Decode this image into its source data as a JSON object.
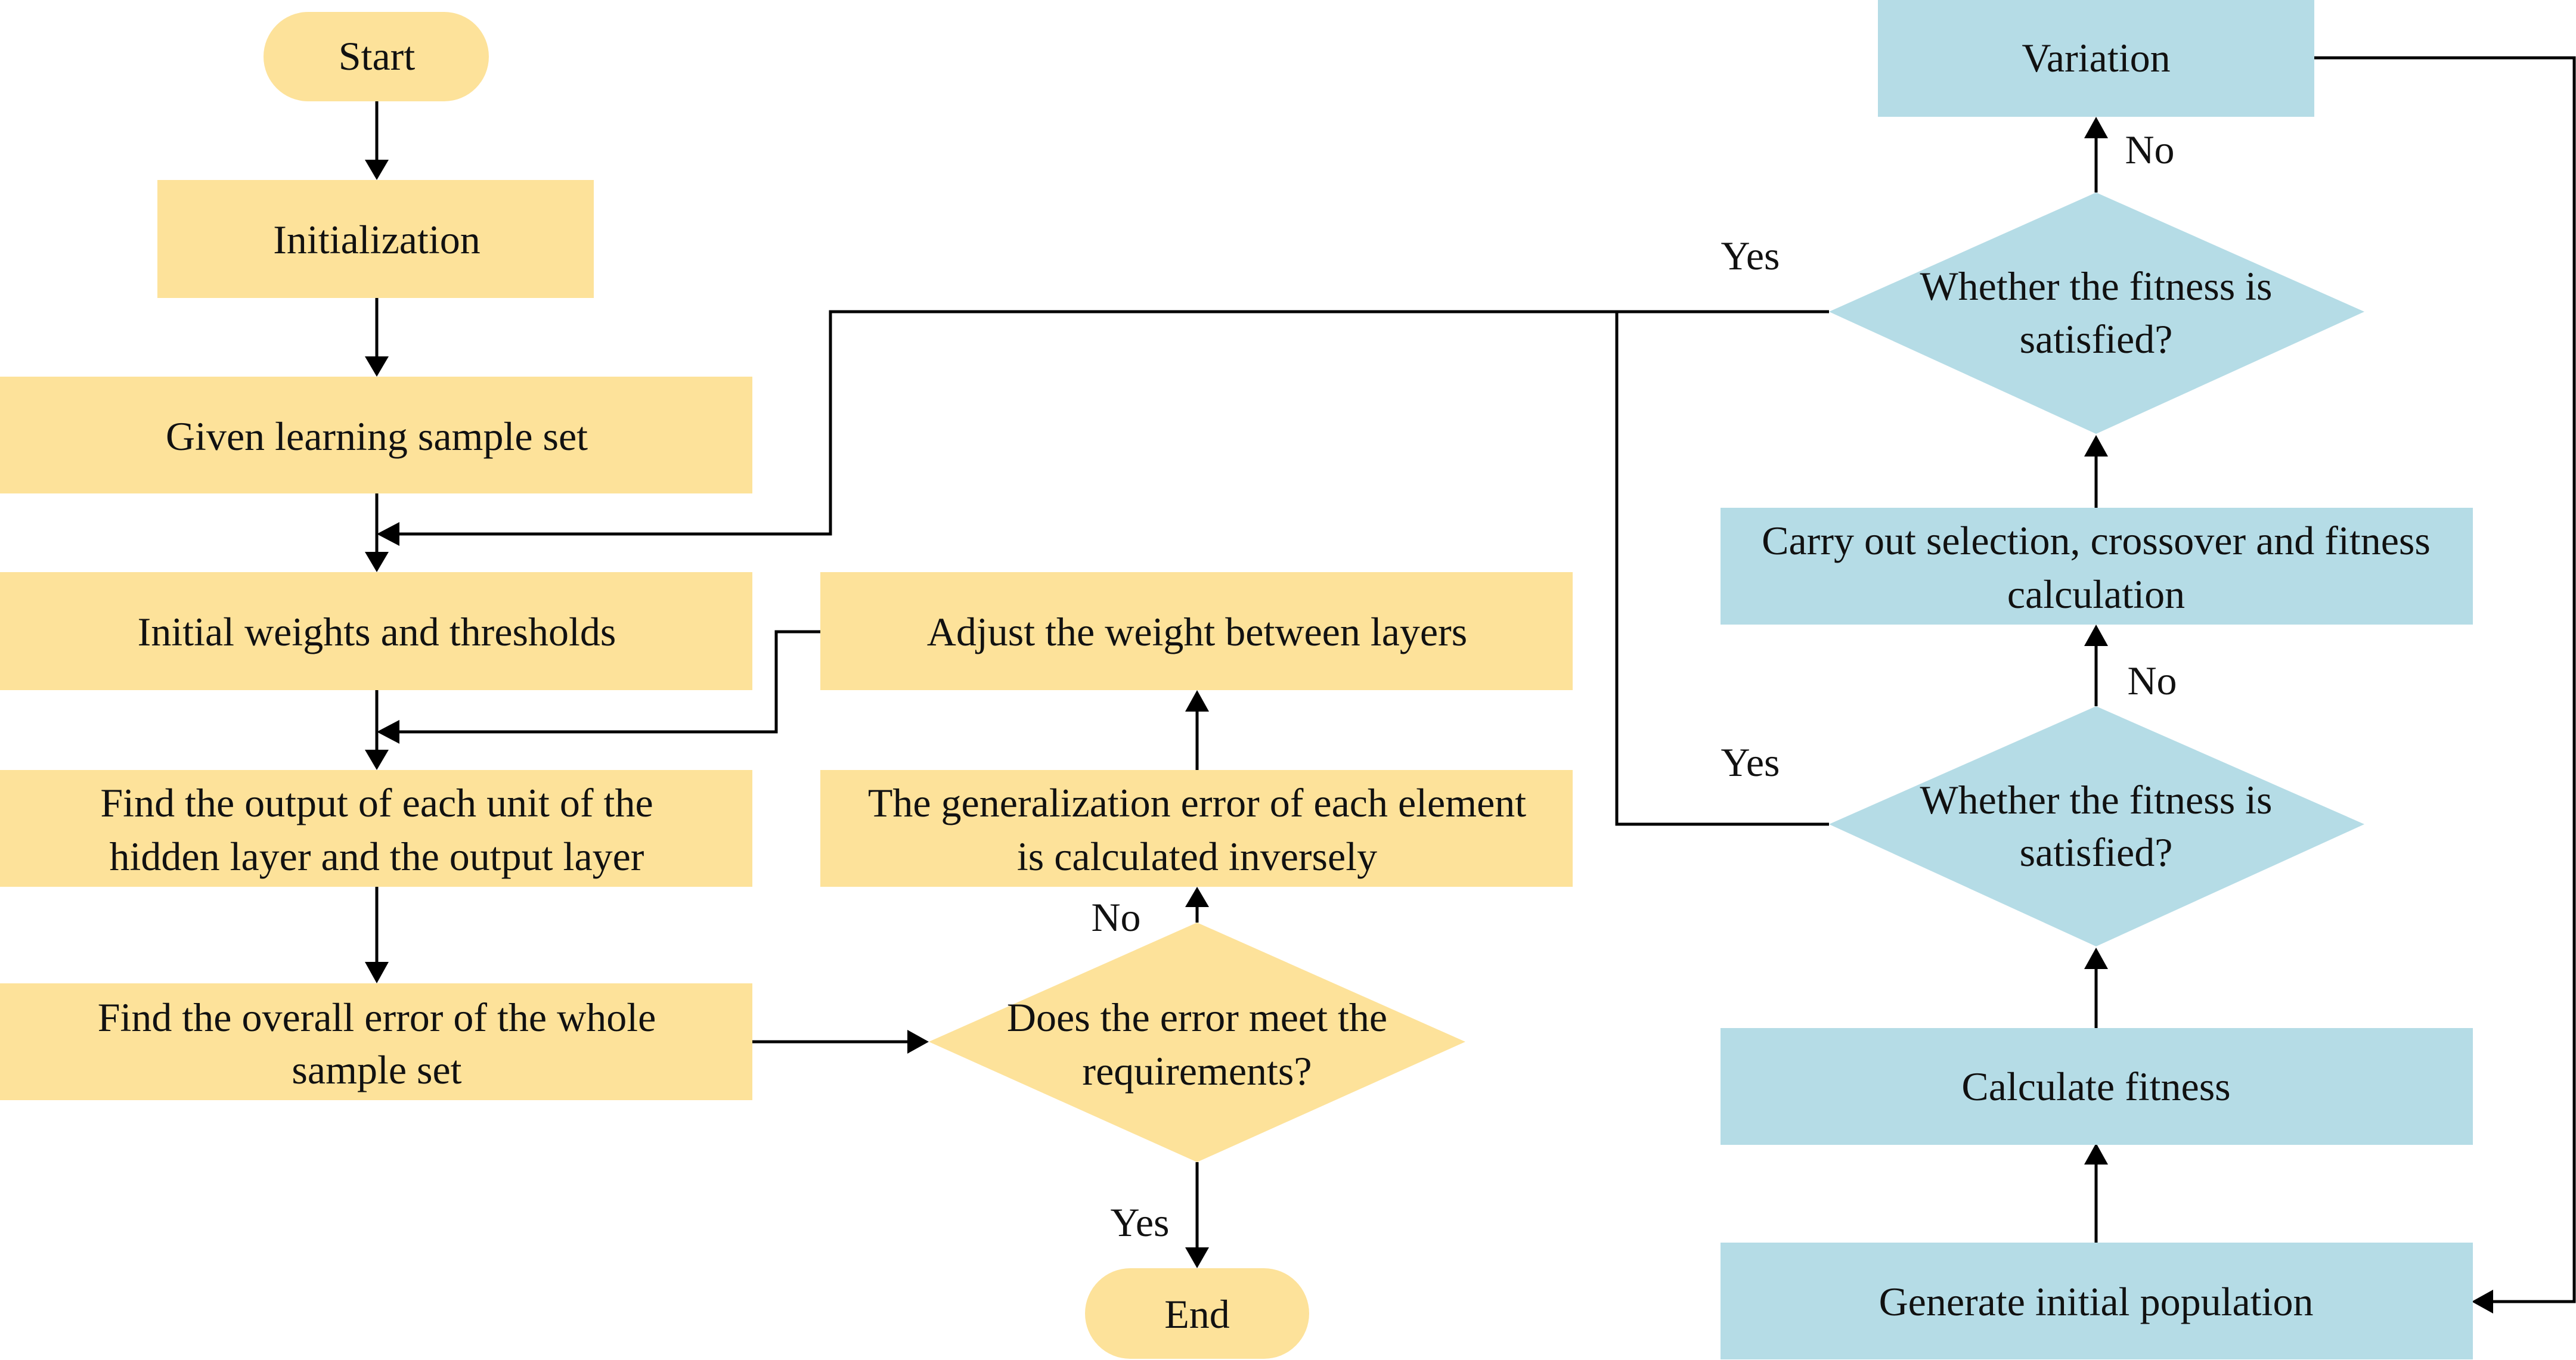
{
  "nodes": {
    "start": "Start",
    "initialization": "Initialization",
    "given_sample": "Given learning sample set",
    "initial_weights": "Initial weights and thresholds",
    "find_output": [
      "Find the output of each unit of the",
      "hidden layer and the output layer"
    ],
    "find_overall_error": [
      "Find the overall error of the whole",
      "sample set"
    ],
    "error_decision": [
      "Does the error meet the",
      "requirements?"
    ],
    "end": "End",
    "generalization_error": [
      "The generalization error of each element",
      "is calculated inversely"
    ],
    "adjust_weight": "Adjust the weight between layers",
    "variation": "Variation",
    "fitness_decision_top": [
      "Whether the fitness is",
      "satisfied?"
    ],
    "selection_crossover": [
      "Carry out selection, crossover and fitness",
      "calculation"
    ],
    "fitness_decision_bottom": [
      "Whether the fitness is",
      "satisfied?"
    ],
    "calculate_fitness": "Calculate fitness",
    "generate_population": "Generate initial population"
  },
  "edge_labels": {
    "error_no": "No",
    "error_yes": "Yes",
    "top_fitness_no": "No",
    "top_fitness_yes": "Yes",
    "bottom_fitness_no": "No",
    "bottom_fitness_yes": "Yes"
  },
  "colors": {
    "bp_nodes": "#FDE29A",
    "ga_nodes": "#B5DCE6",
    "lines": "#000000"
  }
}
